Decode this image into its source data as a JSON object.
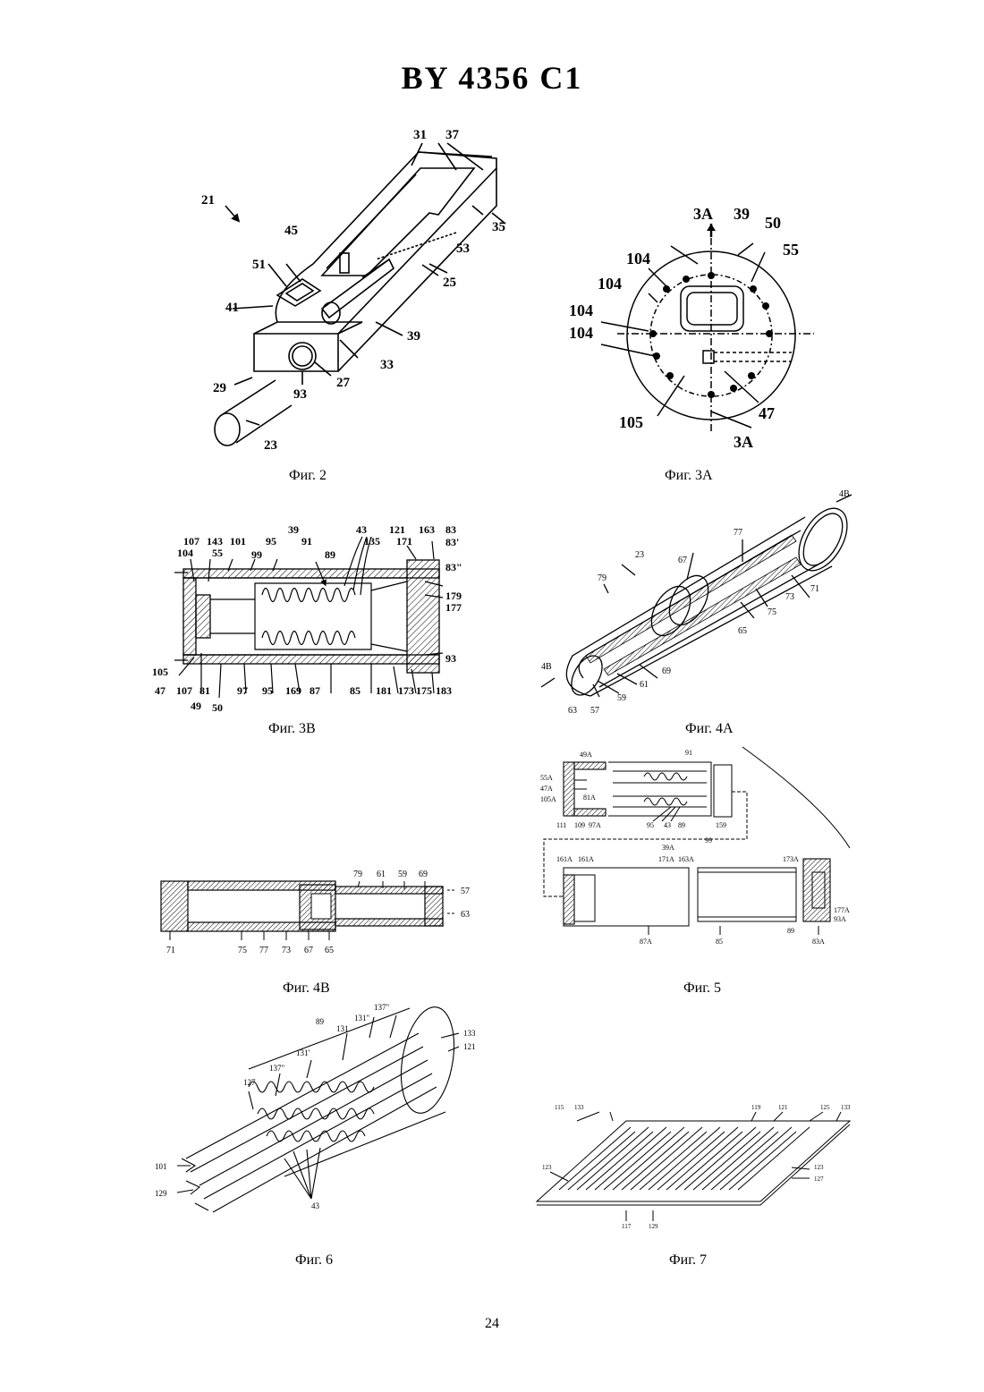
{
  "header": {
    "title": "BY 4356 C1"
  },
  "figures": {
    "fig2": {
      "caption": "Фиг. 2",
      "labels": [
        "21",
        "31",
        "37",
        "35",
        "45",
        "53",
        "51",
        "25",
        "41",
        "39",
        "33",
        "29",
        "93",
        "27",
        "23"
      ]
    },
    "fig3a": {
      "caption": "Фиг. 3А",
      "labels": [
        "3A",
        "39",
        "50",
        "55",
        "104",
        "104",
        "104",
        "104",
        "105",
        "47",
        "3A"
      ]
    },
    "fig3b": {
      "caption": "Фиг. 3В",
      "labels": [
        "39",
        "43",
        "121",
        "163",
        "83",
        "107",
        "143",
        "101",
        "95",
        "91",
        "135",
        "171",
        "83'",
        "104",
        "55",
        "99",
        "89",
        "83\"",
        "179",
        "177",
        "93",
        "105",
        "47",
        "107",
        "81",
        "97",
        "95",
        "169",
        "87",
        "85",
        "181",
        "173",
        "175",
        "183",
        "49",
        "50"
      ]
    },
    "fig4a": {
      "caption": "Фиг. 4А",
      "labels": [
        "4B",
        "77",
        "23",
        "67",
        "71",
        "79",
        "73",
        "75",
        "65",
        "69",
        "61",
        "4B",
        "59",
        "63",
        "57"
      ]
    },
    "fig4b": {
      "caption": "Фиг. 4В",
      "labels": [
        "79",
        "61",
        "59",
        "69",
        "57",
        "63",
        "71",
        "75",
        "77",
        "73",
        "67",
        "65"
      ]
    },
    "fig5": {
      "caption": "Фиг. 5",
      "labels": [
        "49A",
        "91",
        "55A",
        "47A",
        "105A",
        "81A",
        "111",
        "109",
        "97A",
        "95",
        "43",
        "89",
        "159",
        "99",
        "39A",
        "161A",
        "161A",
        "171A",
        "163A",
        "173A",
        "177A",
        "93A",
        "89",
        "87A",
        "85",
        "83A"
      ]
    },
    "fig6": {
      "caption": "Фиг. 6",
      "labels": [
        "137\"",
        "89",
        "131\"",
        "133",
        "131",
        "121",
        "131'",
        "137\"",
        "127",
        "101",
        "129",
        "43"
      ]
    },
    "fig7": {
      "caption": "Фиг. 7",
      "labels": [
        "115",
        "133",
        "119",
        "121",
        "125",
        "133",
        "123",
        "123",
        "127",
        "117",
        "129"
      ]
    }
  },
  "footer": {
    "page_number": "24"
  }
}
